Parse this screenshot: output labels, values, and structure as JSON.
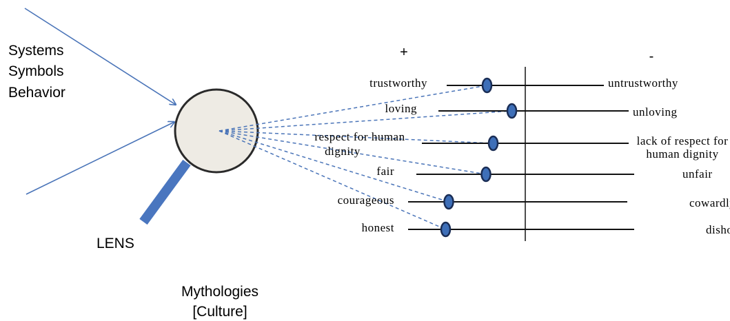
{
  "inputs": [
    "Systems",
    "Symbols",
    "Behavior"
  ],
  "lens_label": "LENS",
  "caption": [
    "Mythologies",
    "[Culture]"
  ],
  "positive_sign": "+",
  "negative_sign": "-",
  "scale": {
    "min": -1,
    "max": 1,
    "rows": [
      {
        "positive": [
          "trustworthy"
        ],
        "negative": [
          "untrustworthy"
        ],
        "rating": -0.37
      },
      {
        "positive": [
          "loving"
        ],
        "negative": [
          "unloving"
        ],
        "rating": -0.13
      },
      {
        "positive": [
          "respect for human",
          "dignity"
        ],
        "negative": [
          "lack of respect for",
          "human dignity"
        ],
        "rating": -0.31
      },
      {
        "positive": [
          "fair"
        ],
        "negative": [
          "unfair"
        ],
        "rating": -0.38
      },
      {
        "positive": [
          "courageous"
        ],
        "negative": [
          "cowardly"
        ],
        "rating": -0.74
      },
      {
        "positive": [
          "honest"
        ],
        "negative": [
          "dishonest"
        ],
        "rating": -0.77
      }
    ]
  },
  "colors": {
    "arrow": "#4a74b8",
    "lens_fill": "#eeebe4",
    "lens_border": "#2a2a2a",
    "handle": "#4a76bf",
    "knob": "#3e6fb8",
    "knob_border": "#1a2d55"
  }
}
